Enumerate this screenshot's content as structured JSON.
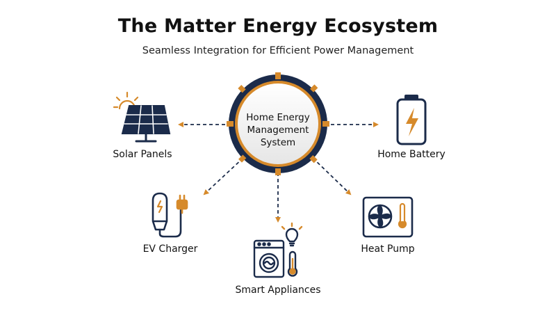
{
  "header": {
    "title": "The Matter Energy Ecosystem",
    "subtitle": "Seamless Integration for Efficient Power Management"
  },
  "hub": {
    "line1": "Home Energy",
    "line2": "Management",
    "line3": "System"
  },
  "nodes": {
    "solar": {
      "label": "Solar Panels",
      "icon": "solar-panel-icon"
    },
    "battery": {
      "label": "Home Battery",
      "icon": "battery-icon"
    },
    "ev": {
      "label": "EV Charger",
      "icon": "ev-charger-icon"
    },
    "appliances": {
      "label": "Smart Appliances",
      "icon": "washing-machine-icon"
    },
    "heatpump": {
      "label": "Heat Pump",
      "icon": "heat-pump-icon"
    }
  },
  "colors": {
    "navy": "#1b2b4a",
    "accent": "#d68a2b",
    "hub_fill": "#f3f3f3"
  }
}
